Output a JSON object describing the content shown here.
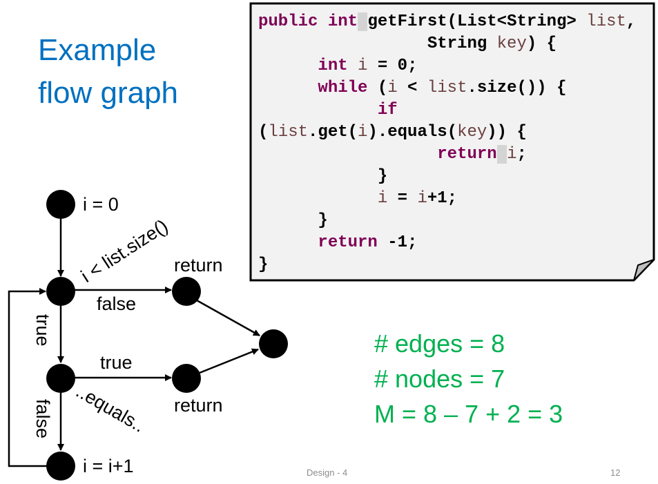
{
  "title": {
    "line1": "Example",
    "line2": "flow graph"
  },
  "code_lines": [
    [
      {
        "t": "public int",
        "c": "kw"
      },
      {
        "t": " ",
        "c": "hl"
      },
      {
        "t": "getFirst(List<String> ",
        "c": ""
      },
      {
        "t": "list",
        "c": "var"
      },
      {
        "t": ",",
        "c": ""
      }
    ],
    [
      {
        "t": "                 String ",
        "c": ""
      },
      {
        "t": "key",
        "c": "var"
      },
      {
        "t": ") {",
        "c": ""
      }
    ],
    [
      {
        "t": "      ",
        "c": ""
      },
      {
        "t": "int",
        "c": "kw"
      },
      {
        "t": " ",
        "c": ""
      },
      {
        "t": "i",
        "c": "var"
      },
      {
        "t": " = 0;",
        "c": ""
      }
    ],
    [
      {
        "t": "      ",
        "c": ""
      },
      {
        "t": "while",
        "c": "kw"
      },
      {
        "t": " (",
        "c": ""
      },
      {
        "t": "i",
        "c": "var"
      },
      {
        "t": " < ",
        "c": ""
      },
      {
        "t": "list",
        "c": "var"
      },
      {
        "t": ".size()) {",
        "c": ""
      }
    ],
    [
      {
        "t": "            ",
        "c": ""
      },
      {
        "t": "if",
        "c": "kw"
      }
    ],
    [
      {
        "t": "(",
        "c": ""
      },
      {
        "t": "list",
        "c": "var"
      },
      {
        "t": ".get(",
        "c": ""
      },
      {
        "t": "i",
        "c": "var"
      },
      {
        "t": ").equals(",
        "c": ""
      },
      {
        "t": "key",
        "c": "var"
      },
      {
        "t": ")) {",
        "c": ""
      }
    ],
    [
      {
        "t": "                  ",
        "c": ""
      },
      {
        "t": "return",
        "c": "kw"
      },
      {
        "t": " ",
        "c": "hl"
      },
      {
        "t": "i",
        "c": "var"
      },
      {
        "t": ";",
        "c": ""
      }
    ],
    [
      {
        "t": "            }",
        "c": ""
      }
    ],
    [
      {
        "t": "            ",
        "c": ""
      },
      {
        "t": "i",
        "c": "var"
      },
      {
        "t": " = ",
        "c": ""
      },
      {
        "t": "i",
        "c": "var"
      },
      {
        "t": "+1;",
        "c": ""
      }
    ],
    [
      {
        "t": "      }",
        "c": ""
      }
    ],
    [
      {
        "t": "      ",
        "c": ""
      },
      {
        "t": "return",
        "c": "kw"
      },
      {
        "t": " -1;",
        "c": ""
      }
    ],
    [
      {
        "t": "}",
        "c": ""
      }
    ]
  ],
  "graph": {
    "node_labels": {
      "start": "i = 0",
      "increment": "i = i+1",
      "return_top": "return",
      "return_bottom": "return"
    },
    "edge_labels": {
      "loop_condition": "i < list.size()",
      "loop_false": "false",
      "loop_true": "true",
      "if_true": "true",
      "if_false": "false",
      "if_condition": "..equals.."
    }
  },
  "stats": {
    "edges": "# edges = 8",
    "nodes": "# nodes = 7",
    "complexity": "M = 8 – 7 + 2 = 3"
  },
  "footer": {
    "center": "Design - 4",
    "page": "12"
  },
  "colors": {
    "title": "#0070c0",
    "stats": "#00b050",
    "keyword": "#7f0055",
    "variable": "#6a3e3e"
  }
}
